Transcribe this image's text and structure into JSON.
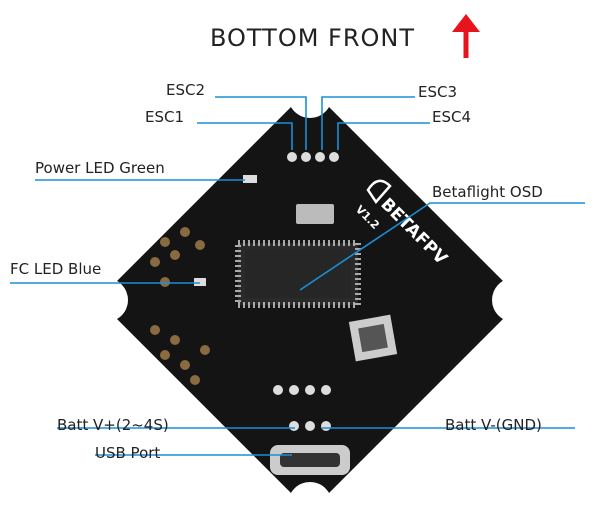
{
  "header": {
    "title": "BOTTOM  FRONT",
    "arrow_color": "#e8141b",
    "arrow_icon": "arrow-up-icon"
  },
  "labels": {
    "esc1": "ESC1",
    "esc2": "ESC2",
    "esc3": "ESC3",
    "esc4": "ESC4",
    "power_led": "Power LED Green",
    "osd": "Betaflight OSD",
    "fc_led": "FC LED Blue",
    "batt_pos": "Batt V+(2~4S)",
    "batt_neg": "Batt V-(GND)",
    "usb": "USB Port"
  },
  "board": {
    "brand": "BETAFPV",
    "version": "V1.2"
  },
  "colors": {
    "leader_line": "#1a8fd8",
    "board": "#141414"
  }
}
